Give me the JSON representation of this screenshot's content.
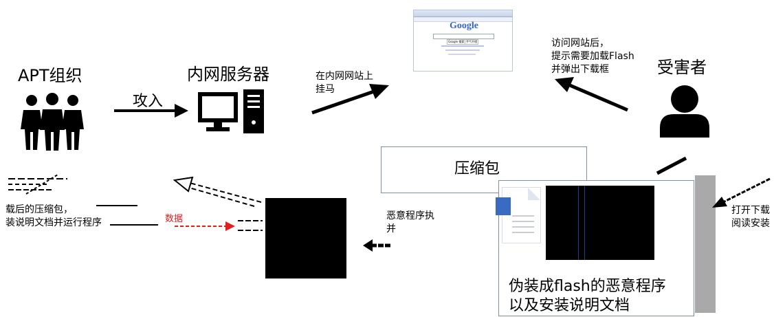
{
  "actors": {
    "apt_label": "APT组织",
    "server_label": "内网服务器",
    "victim_label": "受害者"
  },
  "steps": {
    "attack_label": "攻入",
    "host_trojan_line1": "在内网网站上",
    "host_trojan_line2": "挂马",
    "visit_line1": "访问网站后，",
    "visit_line2": "提示需要加载Flash",
    "visit_line3": "并弹出下载框",
    "open_line1": "打开下载",
    "open_line2": "阅读安装",
    "exec_line1": "恶意程序执",
    "exec_line2": "并",
    "leftnote_line1": "载后的压缩包，",
    "leftnote_line2": "装说明文档并运行程序",
    "data_label": "数据"
  },
  "browser": {
    "logo": "Google",
    "search_button": "Google 搜索",
    "lucky_button": "手气不错"
  },
  "archive": {
    "title": "压缩包",
    "caption_line1": "伪装成flash的恶意程序",
    "caption_line2": "以及安装说明文档"
  },
  "colors": {
    "arrow": "#000000",
    "highlight": "#e02020",
    "doc_blue": "#3a6bc2"
  }
}
